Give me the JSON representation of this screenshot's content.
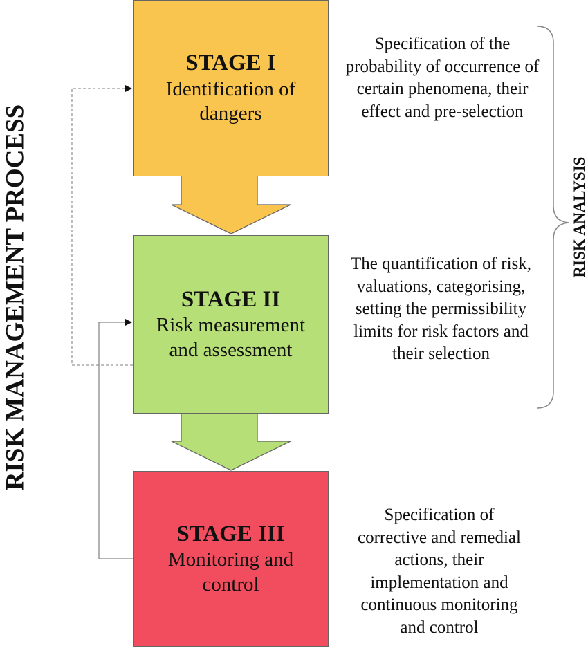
{
  "side_title": "RISK MANAGEMENT PROCESS",
  "brace_label": "RISK ANALYSIS",
  "colors": {
    "stage1": "#F9C54E",
    "stage2": "#B7DF77",
    "stage3": "#F14D5E"
  },
  "stages": [
    {
      "title": "STAGE I",
      "name": "Identification of dangers",
      "description": "Specification of the probability of occurrence of certain phenomena, their effect and pre-selection"
    },
    {
      "title": "STAGE II",
      "name": "Risk measurement and assessment",
      "description": "The quantification of risk, valuations, categorising, setting the permissibility limits for risk factors and their selection"
    },
    {
      "title": "STAGE III",
      "name": "Monitoring and control",
      "description": "Specification of corrective and remedial actions, their implementation and continuous monitoring and control"
    }
  ]
}
